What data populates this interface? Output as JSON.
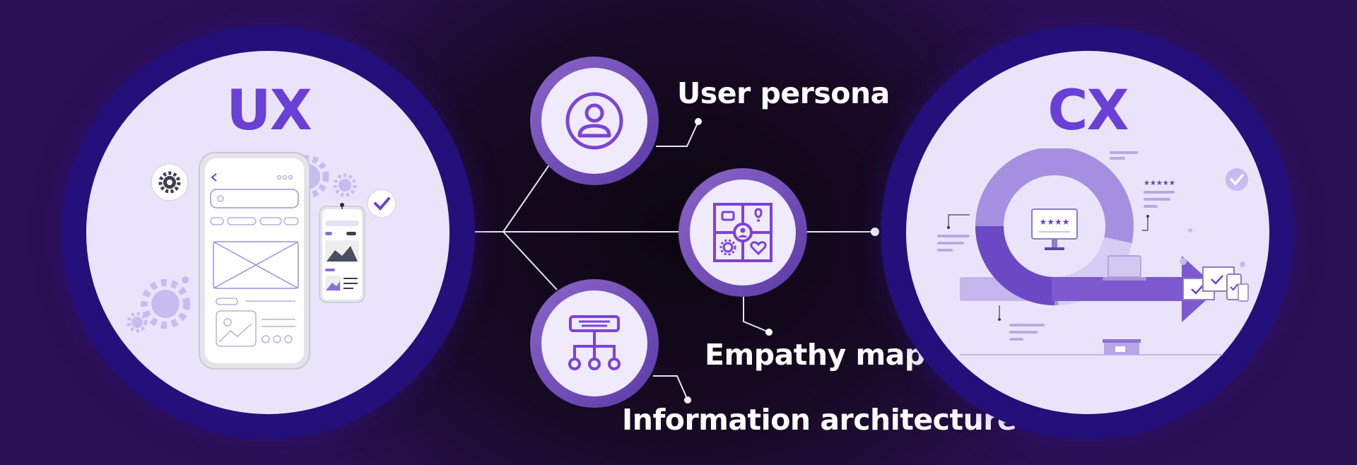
{
  "left_panel": {
    "title": "UX"
  },
  "right_panel": {
    "title": "CX"
  },
  "nodes": [
    {
      "label": "User persona",
      "icon": "user-persona-icon"
    },
    {
      "label": "Empathy map",
      "icon": "empathy-map-icon"
    },
    {
      "label": "Information architecture",
      "icon": "sitemap-icon"
    }
  ],
  "colors": {
    "accent": "#6a3fd6",
    "panel_fill": "#eae4fb",
    "ring": "#23107a",
    "node_ring": "#7a55bd"
  }
}
